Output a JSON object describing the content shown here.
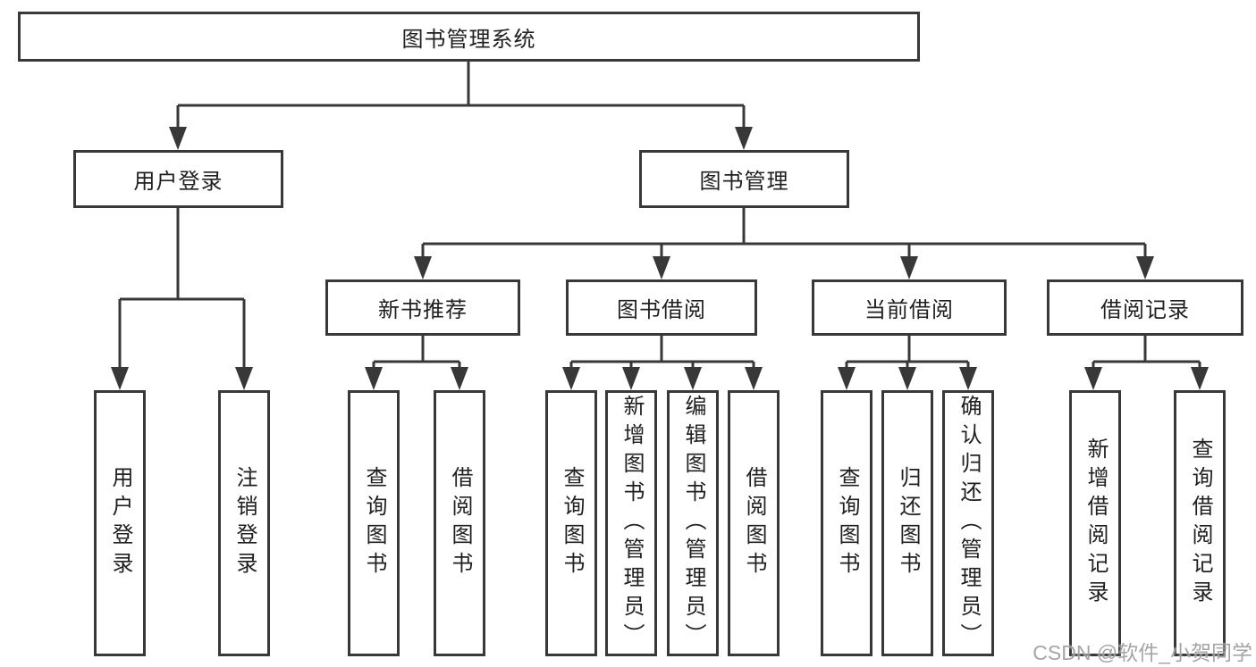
{
  "nodes": {
    "root": {
      "label": "图书管理系统"
    },
    "user_login": {
      "label": "用户登录"
    },
    "book_management": {
      "label": "图书管理"
    },
    "new_book_recommendation": {
      "label": "新书推荐"
    },
    "book_borrowing": {
      "label": "图书借阅"
    },
    "current_borrowing": {
      "label": "当前借阅"
    },
    "borrowing_records": {
      "label": "借阅记录"
    }
  },
  "leaves": {
    "user_login_group": [
      {
        "label": "用户登录"
      },
      {
        "label": "注销登录"
      }
    ],
    "new_book_group": [
      {
        "label": "查询图书"
      },
      {
        "label": "借阅图书"
      }
    ],
    "borrowing_group": [
      {
        "label": "查询图书"
      },
      {
        "label": "新增图书（管理员）"
      },
      {
        "label": "编辑图书（管理员）"
      },
      {
        "label": "借阅图书"
      }
    ],
    "current_group": [
      {
        "label": "查询图书"
      },
      {
        "label": "归还图书"
      },
      {
        "label": "确认归还（管理员）"
      }
    ],
    "records_group": [
      {
        "label": "新增借阅记录"
      },
      {
        "label": "查询借阅记录"
      }
    ]
  },
  "watermark": {
    "text": "CSDN @软件_小贺同学"
  },
  "colors": {
    "line": "#383838",
    "text": "#202020",
    "watermark": "#9e9e9e",
    "background": "#ffffff"
  }
}
